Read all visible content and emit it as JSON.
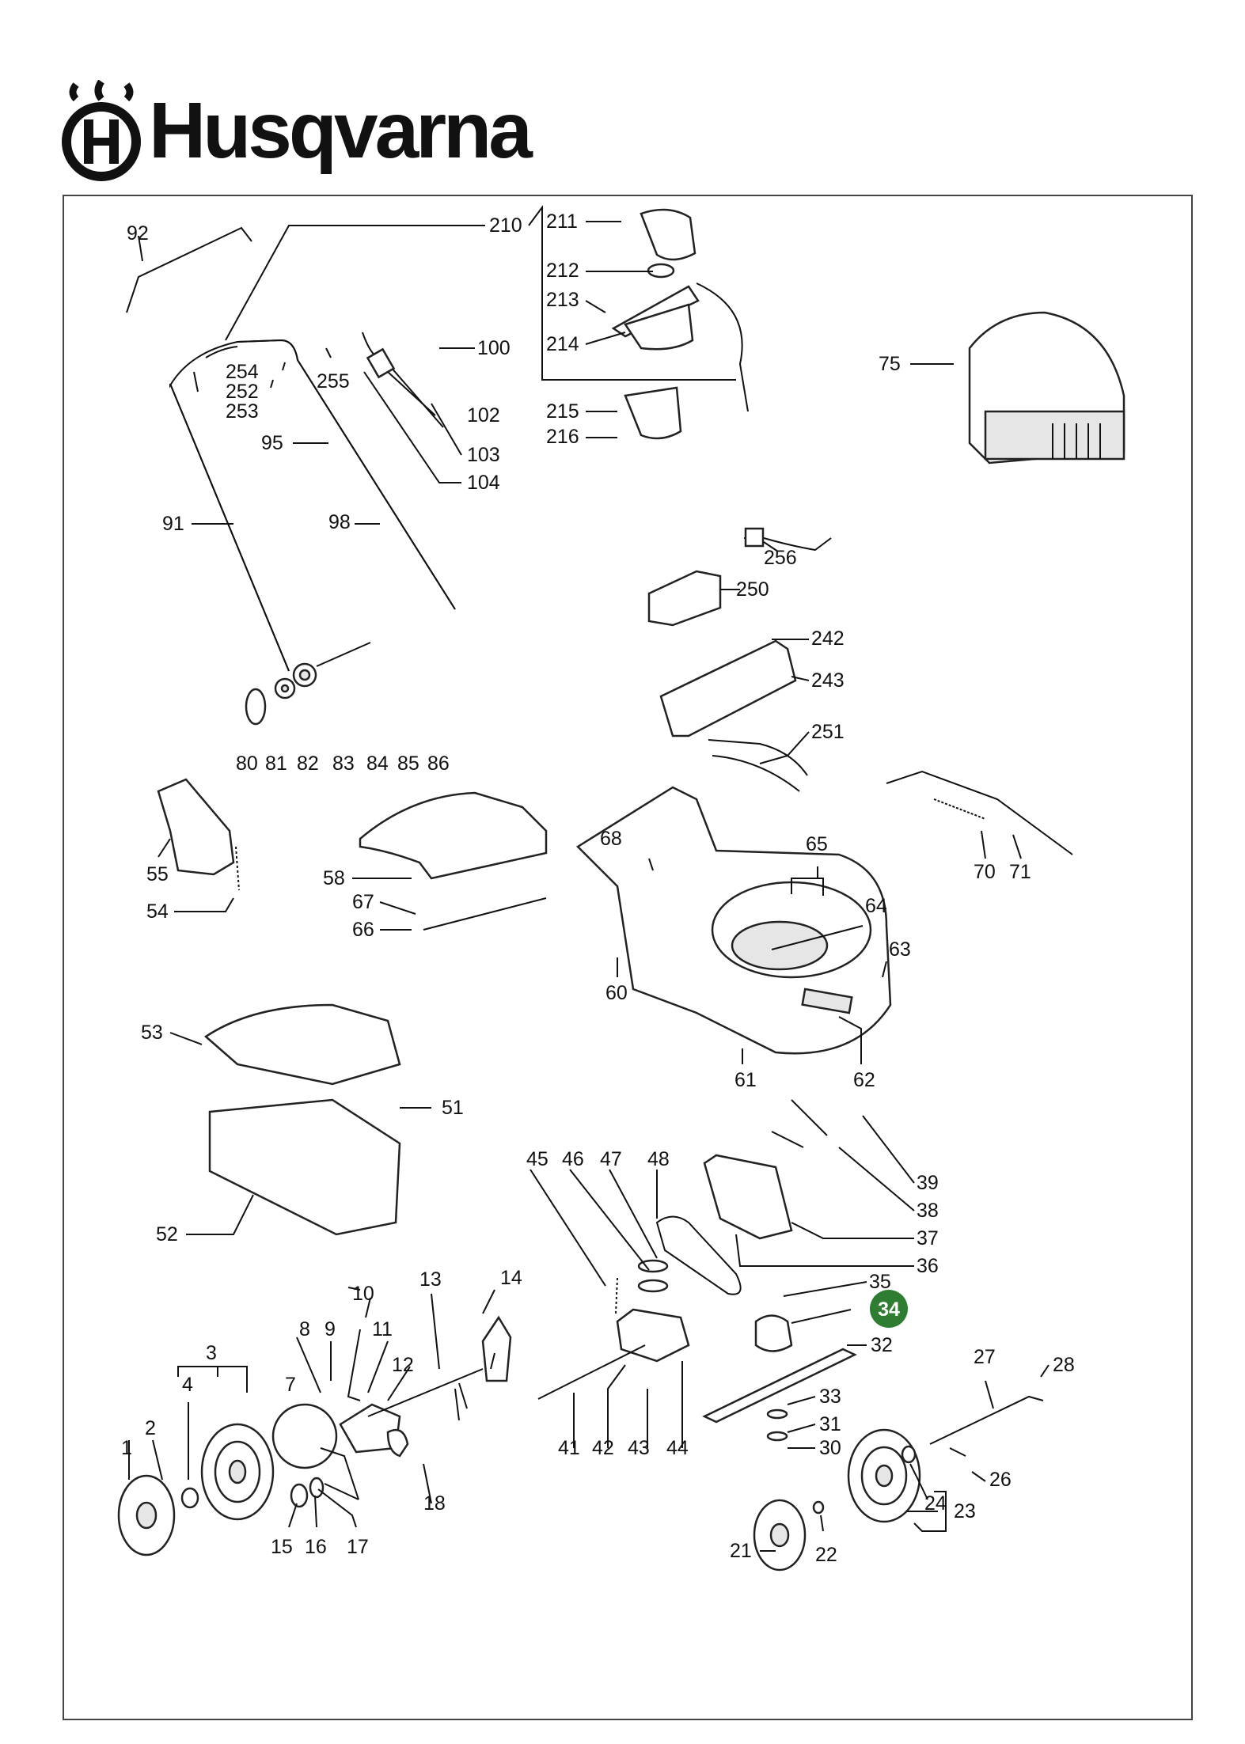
{
  "brand": {
    "name": "Husqvarna",
    "logo_icon": "husqvarna-crown-h-icon",
    "color": "#111111"
  },
  "highlight": {
    "label": "34",
    "color": "#2e7d32"
  },
  "labels": {
    "l1": "1",
    "l2": "2",
    "l3": "3",
    "l4": "4",
    "l7": "7",
    "l8": "8",
    "l9": "9",
    "l10": "10",
    "l11": "11",
    "l12": "12",
    "l13": "13",
    "l14": "14",
    "l15": "15",
    "l16": "16",
    "l17": "17",
    "l18": "18",
    "l21": "21",
    "l22": "22",
    "l23": "23",
    "l24": "24",
    "l26": "26",
    "l27": "27",
    "l28": "28",
    "l30": "30",
    "l31": "31",
    "l32": "32",
    "l33": "33",
    "l35": "35",
    "l36": "36",
    "l37": "37",
    "l38": "38",
    "l39": "39",
    "l41": "41",
    "l42": "42",
    "l43": "43",
    "l44": "44",
    "l45": "45",
    "l46": "46",
    "l47": "47",
    "l48": "48",
    "l51": "51",
    "l52": "52",
    "l53": "53",
    "l54": "54",
    "l55": "55",
    "l58": "58",
    "l60": "60",
    "l61": "61",
    "l62": "62",
    "l63": "63",
    "l64": "64",
    "l65": "65",
    "l66": "66",
    "l67": "67",
    "l68": "68",
    "l70": "70",
    "l71": "71",
    "l75": "75",
    "l80": "80",
    "l81": "81",
    "l82": "82",
    "l83": "83",
    "l84": "84",
    "l85": "85",
    "l86": "86",
    "l91": "91",
    "l92": "92",
    "l95": "95",
    "l98": "98",
    "l100": "100",
    "l102": "102",
    "l103": "103",
    "l104": "104",
    "l210": "210",
    "l211": "211",
    "l212": "212",
    "l213": "213",
    "l214": "214",
    "l215": "215",
    "l216": "216",
    "l242": "242",
    "l243": "243",
    "l250": "250",
    "l251": "251",
    "l252": "252",
    "l253": "253",
    "l254": "254",
    "l255": "255",
    "l256": "256"
  }
}
